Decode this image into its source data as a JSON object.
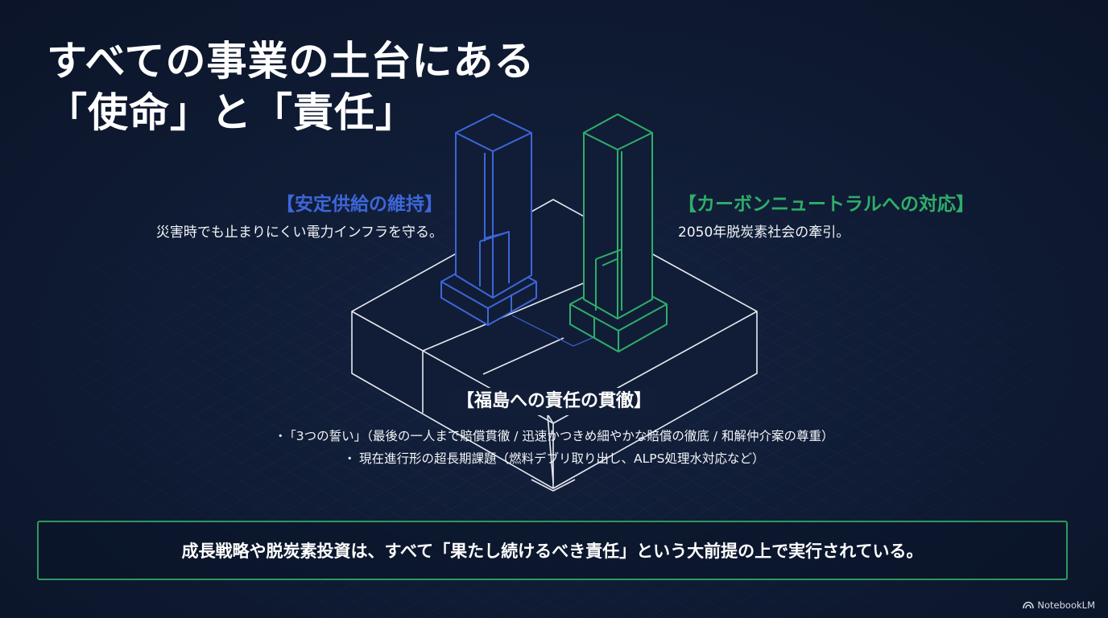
{
  "slide": {
    "title_line1": "すべての事業の土台にある",
    "title_line2": "「使命」と「責任」"
  },
  "left_pillar": {
    "heading": "【安定供給の維持】",
    "body": "災害時でも止まりにくい電力インフラを守る。",
    "color": "#3d66d8"
  },
  "right_pillar": {
    "heading": "【カーボンニュートラルへの対応】",
    "body": "2050年脱炭素社会の牽引。",
    "color": "#2fae6a"
  },
  "foundation": {
    "heading": "【福島への責任の貫徹】",
    "bullets": [
      {
        "marker": "・",
        "text": "「3つの誓い」（最後の一人まで賠償貫徹 / 迅速かつきめ細やかな賠償の徹底 / 和解仲介案の尊重）"
      },
      {
        "marker": "・",
        "text": "現在進行形の超長期課題（燃料デブリ取り出し、ALPS処理水対応など）"
      }
    ]
  },
  "conclusion": {
    "text": "成長戦略や脱炭素投資は、すべて「果たし続けるべき責任」という大前提の上で実行されている。",
    "border_color": "#2c9a5e"
  },
  "branding": {
    "icon": "notebooklm-logo-icon",
    "label": "NotebookLM"
  }
}
